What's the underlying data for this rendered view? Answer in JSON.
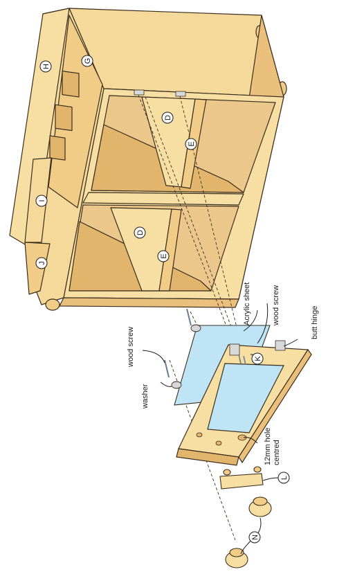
{
  "diagram": {
    "colors": {
      "wood_light": "#f7dfa4",
      "wood_mid": "#f0cc86",
      "wood_dark": "#e2b56c",
      "interior": "#ecc78c",
      "acrylic": "#bfe4f6",
      "outline": "#3a2c1c"
    },
    "part_labels": {
      "H": "H",
      "G": "G",
      "I": "I",
      "J": "J",
      "D_top": "D",
      "E_top": "E",
      "D_bottom": "D",
      "E_bottom": "E",
      "K": "K",
      "L": "L",
      "N": "N"
    },
    "callouts": {
      "acrylic_sheet": "Acrylic sheet",
      "wood_screw_top": "wood screw",
      "butt_hinge": "butt hinge",
      "wood_screw_left": "wood screw",
      "washer": "washer",
      "hole_line1": "12mm hole",
      "hole_line2": "centred"
    }
  }
}
